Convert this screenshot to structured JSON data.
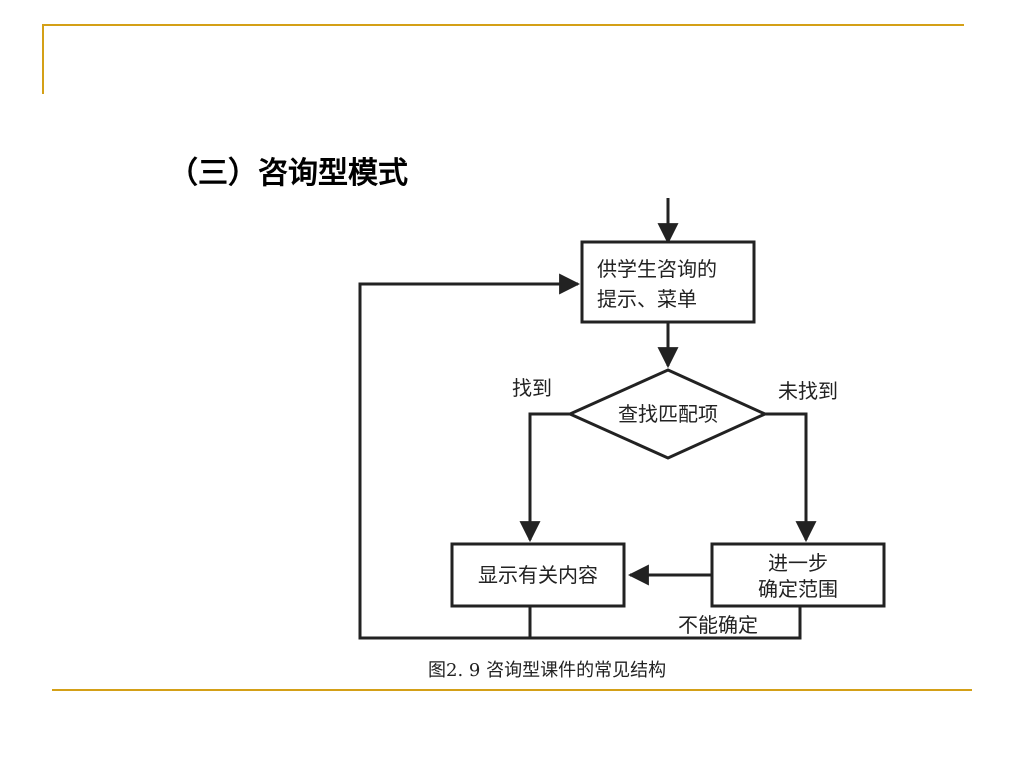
{
  "page": {
    "title": "（三）咨询型模式"
  },
  "diagram": {
    "nodes": {
      "menu": {
        "line1": "供学生咨询的",
        "line2": "提示、菜单"
      },
      "decision": {
        "label": "查找匹配项"
      },
      "show": {
        "label": "显示有关内容"
      },
      "narrow": {
        "line1": "进一步",
        "line2": "确定范围"
      }
    },
    "edges": {
      "found": "找到",
      "not_found": "未找到",
      "undetermined": "不能确定"
    },
    "caption": "图2. 9 咨询型课件的常见结构"
  },
  "colors": {
    "accent": "#D4A017",
    "line": "#222222"
  }
}
